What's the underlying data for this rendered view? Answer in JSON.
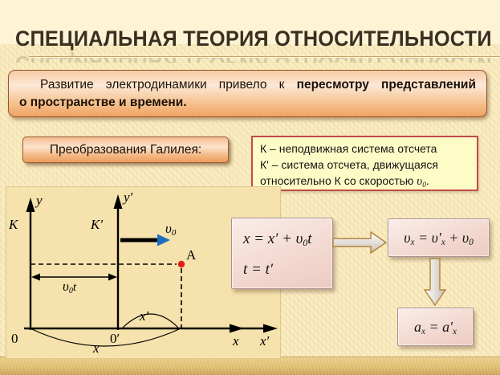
{
  "slide": {
    "title": "СПЕЦИАЛЬНАЯ ТЕОРИЯ ОТНОСИТЕЛЬНОСТИ",
    "colors": {
      "background": "#FAEDC3",
      "top_band": "#FDF4D6",
      "bottom_band": "#DFC074",
      "title_text": "#3A2F21",
      "accent_box_orange": "#F2AC6F",
      "note_border_red": "#BE4B4B",
      "formula_box_pink": "#F3DCD4",
      "velocity_arrow_blue": "#1B6FC0",
      "point_red": "#E21D1D"
    }
  },
  "intro": {
    "line1_regular": "Развитие электродинамики привело к",
    "line1_bold": "пересмотру представлений",
    "line2_bold": "о пространстве и времени."
  },
  "galileo": {
    "label": "Преобразования Галилея:"
  },
  "frames_note": {
    "line1": "К – неподвижная система отсчета",
    "line2": "К' – система отсчета, движущаяся",
    "line3_pre": "относительно К со скоростью ",
    "line3_v": "υ",
    "line3_vsub": "0",
    "line3_end": "."
  },
  "diagram": {
    "frame_k_label": "K",
    "frame_k_prime_label": "K′",
    "y_axis_label": "y",
    "y_prime_axis_label": "y′",
    "x_axis_label": "x",
    "x_prime_axis_label": "x′",
    "origin_label": "0",
    "origin_prime_label": "0′",
    "velocity_symbol": "υ",
    "velocity_sub": "0",
    "vt_symbol": "υ",
    "vt_sub": "0",
    "vt_t": "t",
    "point_label": "A",
    "x_prime_distance_label": "x′",
    "x_distance_label": "x"
  },
  "formulas": {
    "box1_line1_pre": "x = x′ + ",
    "box1_line1_v": "υ",
    "box1_line1_vsub": "0",
    "box1_line1_post": "t",
    "box1_line2": "t = t′",
    "box2_v1": "υ",
    "box2_v1sub": "x",
    "box2_eq": " = ",
    "box2_v2": "υ′",
    "box2_v2sub": "x",
    "box2_plus": " + ",
    "box2_v3": "υ",
    "box2_v3sub": "0",
    "box3_a1": "a",
    "box3_a1sub": "x",
    "box3_eq": " = ",
    "box3_a2": "a′",
    "box3_a2sub": "x"
  }
}
